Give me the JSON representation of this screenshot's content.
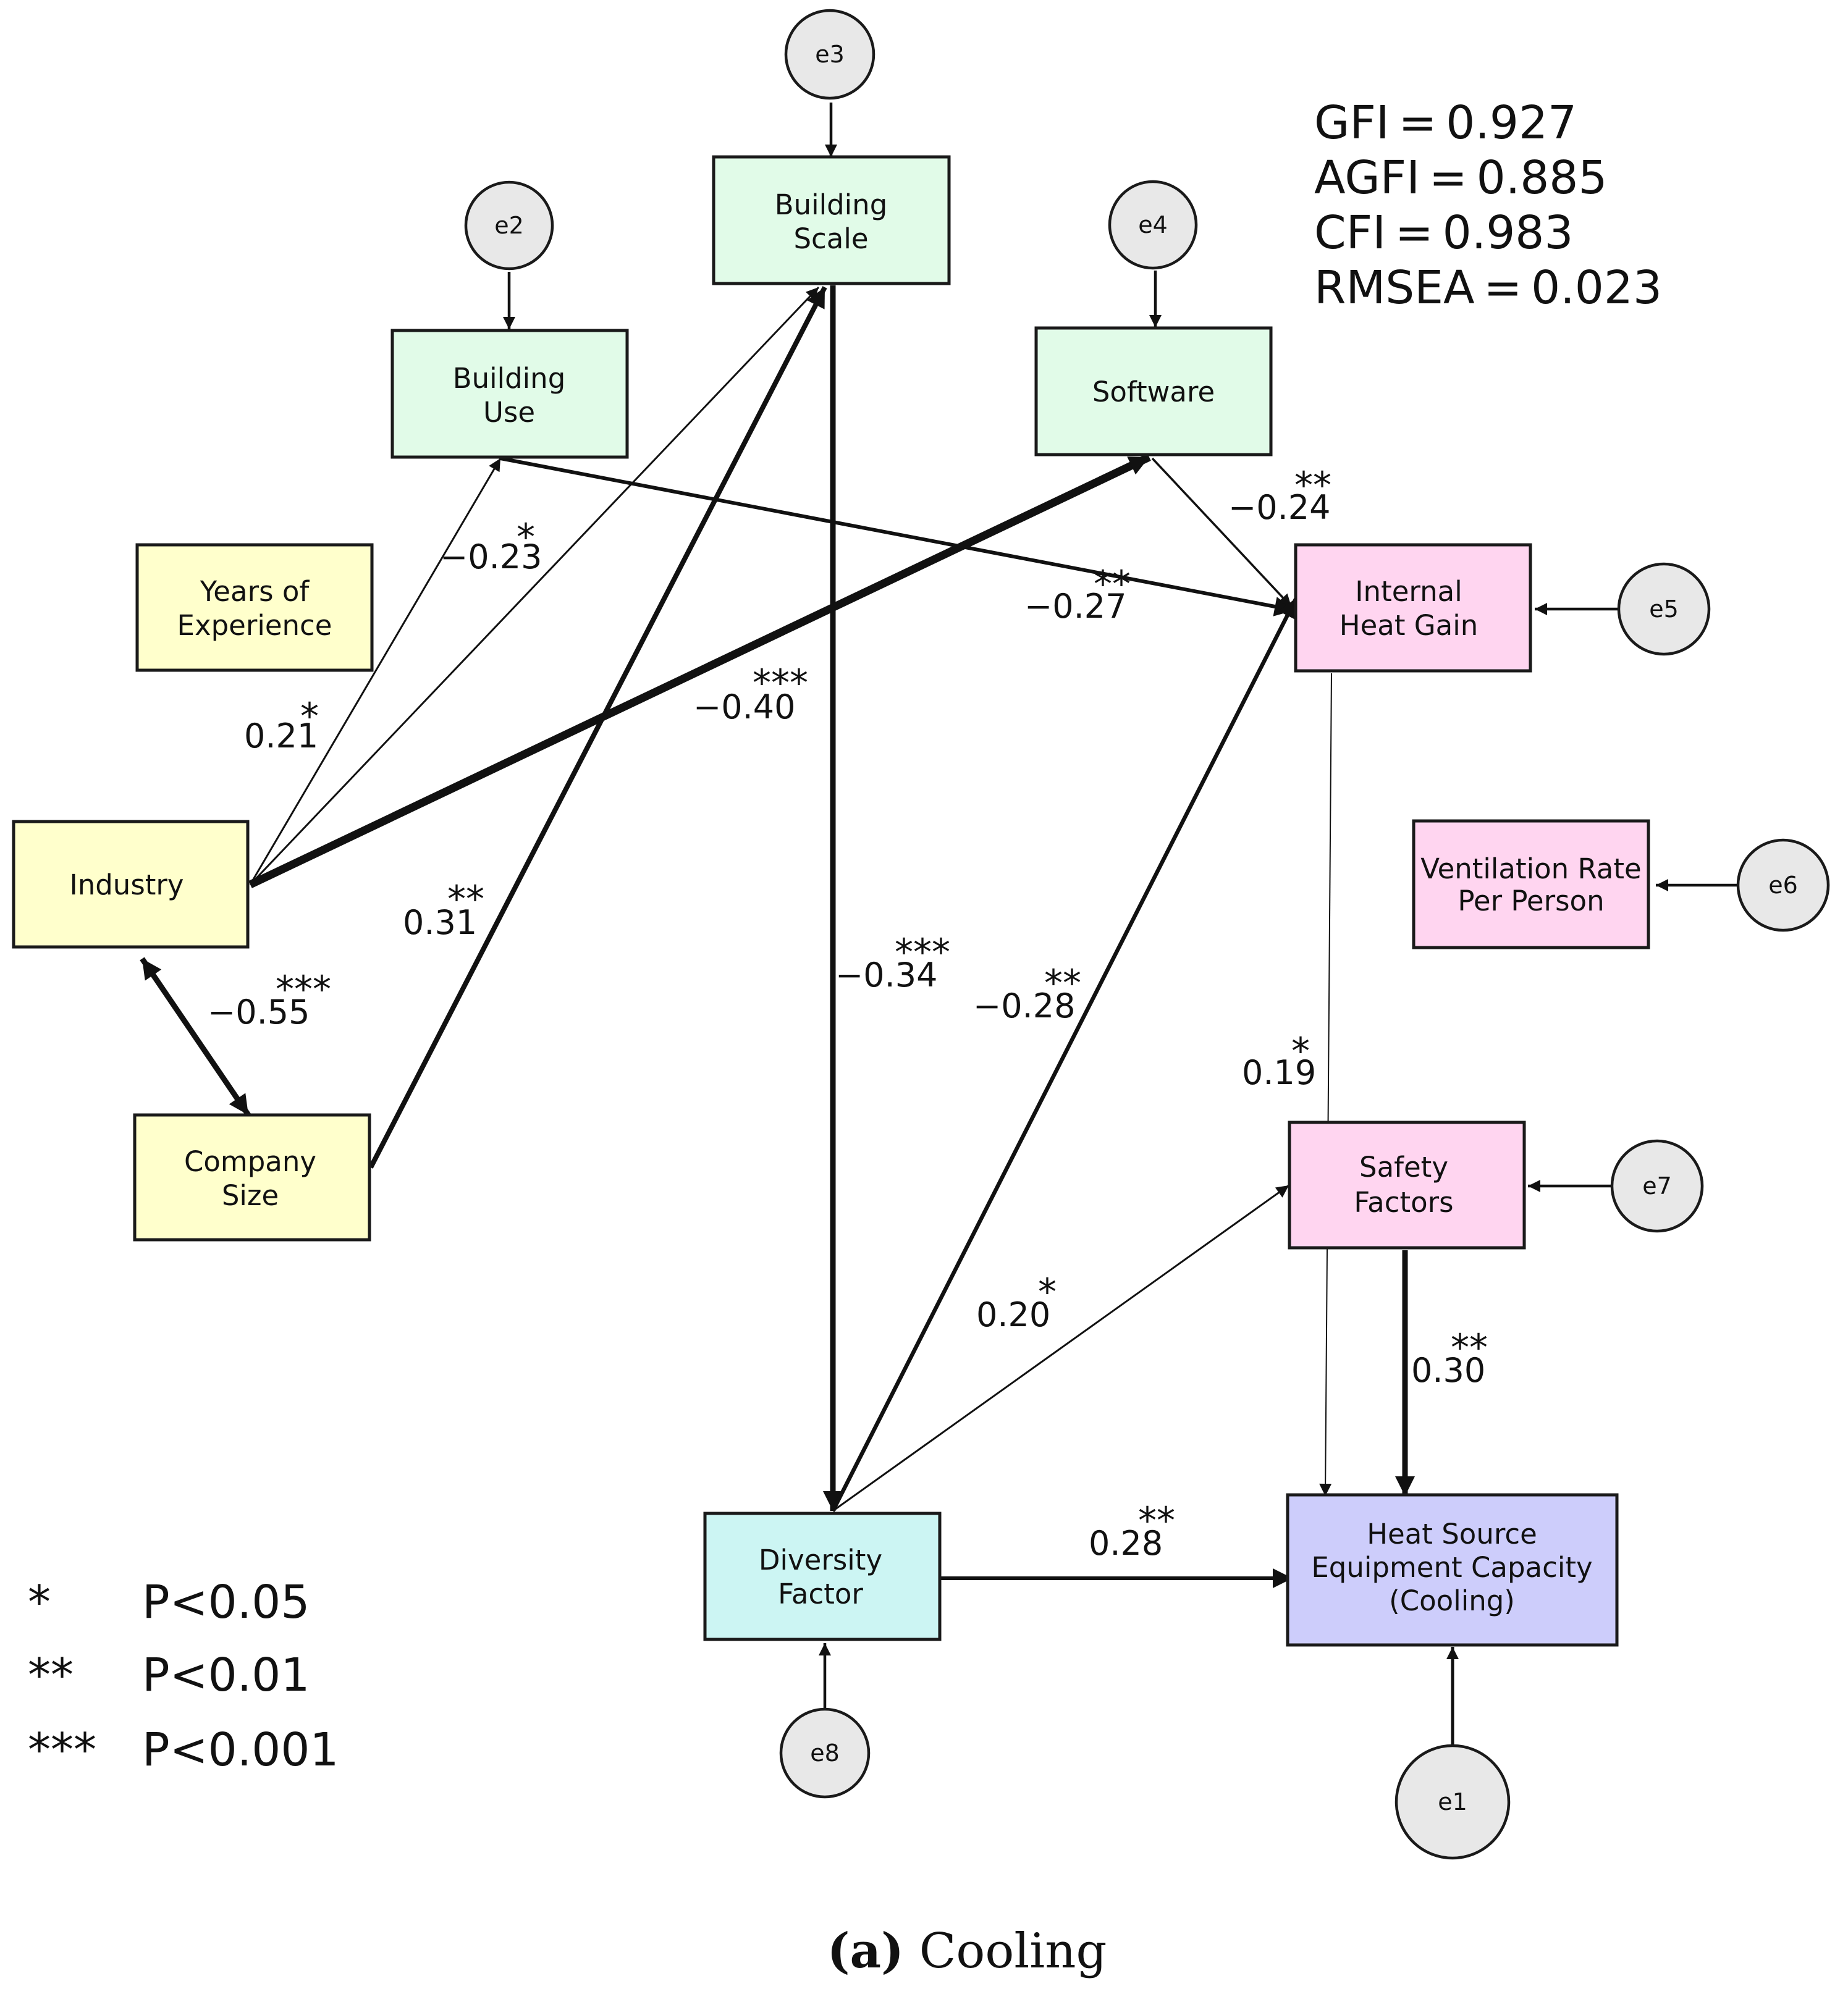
{
  "boxes": {
    "building_scale": [
      "Building",
      "Scale"
    ],
    "building_use": [
      "Building",
      "Use"
    ],
    "software": [
      "Software"
    ],
    "years_of_experience": [
      "Years of",
      "Experience"
    ],
    "industry": [
      "Industry"
    ],
    "company_size": [
      "Company",
      "Size"
    ],
    "internal_heat_gain": [
      "Internal",
      "Heat Gain"
    ],
    "ventilation_rate": [
      "Ventilation Rate",
      "Per Person"
    ],
    "safety_factors": [
      "Safety",
      "Factors"
    ],
    "diversity_factor": [
      "Diversity",
      "Factor"
    ],
    "heat_source": [
      "Heat Source",
      "Equipment Capacity",
      "(Cooling)"
    ]
  },
  "errors": {
    "e1": "e1",
    "e2": "e2",
    "e3": "e3",
    "e4": "e4",
    "e5": "e5",
    "e6": "e6",
    "e7": "e7",
    "e8": "e8"
  },
  "paths": {
    "industry_to_building_use": {
      "value": "0.21",
      "sig": "*"
    },
    "building_use_to_internal_heat_gain": {
      "value": "−0.27",
      "sig": "**"
    },
    "industry_to_building_scale": {
      "value": "−0.23",
      "sig": "*"
    },
    "industry_to_software": {
      "value": "−0.40",
      "sig": "***"
    },
    "software_to_internal_heat_gain": {
      "value": "−0.24",
      "sig": "**"
    },
    "company_size_to_building_scale": {
      "value": "0.31",
      "sig": "**"
    },
    "industry_company_size_correlation": {
      "value": "−0.55",
      "sig": "***"
    },
    "building_scale_to_diversity_factor": {
      "value": "−0.34",
      "sig": "***"
    },
    "diversity_factor_to_internal_heat_gain": {
      "value": "−0.28",
      "sig": "**"
    },
    "internal_heat_gain_to_heat_source": {
      "value": "0.19",
      "sig": "*"
    },
    "diversity_factor_to_safety_factors": {
      "value": "0.20",
      "sig": "*"
    },
    "safety_factors_to_heat_source": {
      "value": "0.30",
      "sig": "**"
    },
    "diversity_factor_to_heat_source": {
      "value": "0.28",
      "sig": "**"
    }
  },
  "fit_indices": [
    "GFI = 0.927",
    "AGFI = 0.885",
    "CFI = 0.983",
    "RMSEA = 0.023"
  ],
  "legend": [
    {
      "stars": "*",
      "label": "P<0.05"
    },
    {
      "stars": "**",
      "label": "P<0.01"
    },
    {
      "stars": "***",
      "label": "P<0.001"
    }
  ],
  "caption": {
    "letter": "(a)",
    "text": " Cooling"
  },
  "colors": {
    "exogenous": "#ffffcc",
    "building": "#e1fbe8",
    "heat": "#ffd5f0",
    "diversity": "#ccf5f3",
    "capacity": "#cdcdfb",
    "error": "#e8e8e8"
  }
}
